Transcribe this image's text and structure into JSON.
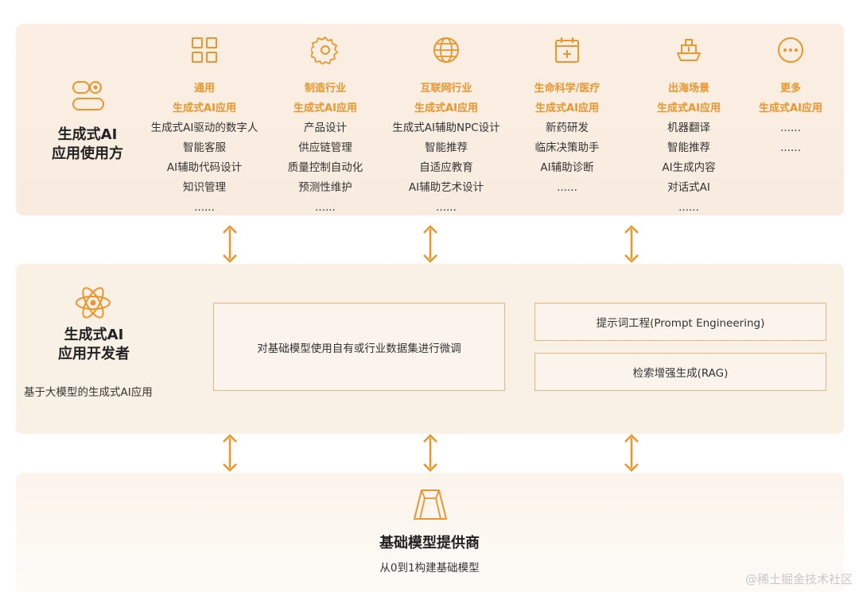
{
  "top": {
    "title_line1": "生成式AI",
    "title_line2": "应用使用方",
    "icon": "user-app-icon",
    "columns": [
      {
        "icon": "grid-icon",
        "cat1": "通用",
        "cat2": "生成式AI应用",
        "items": [
          "生成式AI驱动的数字人",
          "智能客服",
          "AI辅助代码设计",
          "知识管理",
          "......"
        ]
      },
      {
        "icon": "gear-icon",
        "cat1": "制造行业",
        "cat2": "生成式AI应用",
        "items": [
          "产品设计",
          "供应链管理",
          "质量控制自动化",
          "预测性维护",
          "......"
        ]
      },
      {
        "icon": "globe-icon",
        "cat1": "互联网行业",
        "cat2": "生成式AI应用",
        "items": [
          "生成式AI辅助NPC设计",
          "智能推荐",
          "自适应教育",
          "AI辅助艺术设计",
          "......"
        ]
      },
      {
        "icon": "medical-calendar-icon",
        "cat1": "生命科学/医疗",
        "cat2": "生成式AI应用",
        "items": [
          "新药研发",
          "临床决策助手",
          "AI辅助诊断",
          "......"
        ]
      },
      {
        "icon": "ship-icon",
        "cat1": "出海场景",
        "cat2": "生成式AI应用",
        "items": [
          "机器翻译",
          "智能推荐",
          "AI生成内容",
          "对话式AI",
          "......"
        ]
      },
      {
        "icon": "more-icon",
        "cat1": "更多",
        "cat2": "生成式AI应用",
        "items": [
          "......",
          "......"
        ]
      }
    ]
  },
  "mid": {
    "title_line1": "生成式AI",
    "title_line2": "应用开发者",
    "subtitle": "基于大模型的生成式AI应用",
    "icon": "atom-icon",
    "box_finetune": "对基础模型使用自有或行业数据集进行微调",
    "box_prompt": "提示词工程(Prompt Engineering)",
    "box_rag": "检索增强生成(RAG)"
  },
  "bottom": {
    "title": "基础模型提供商",
    "subtitle": "从0到1构建基础模型",
    "icon": "prism-icon"
  },
  "watermark": "@稀土掘金技术社区",
  "colors": {
    "accent": "#e8962e",
    "panel": "#f9f0e6",
    "box_border": "#eab77a"
  }
}
